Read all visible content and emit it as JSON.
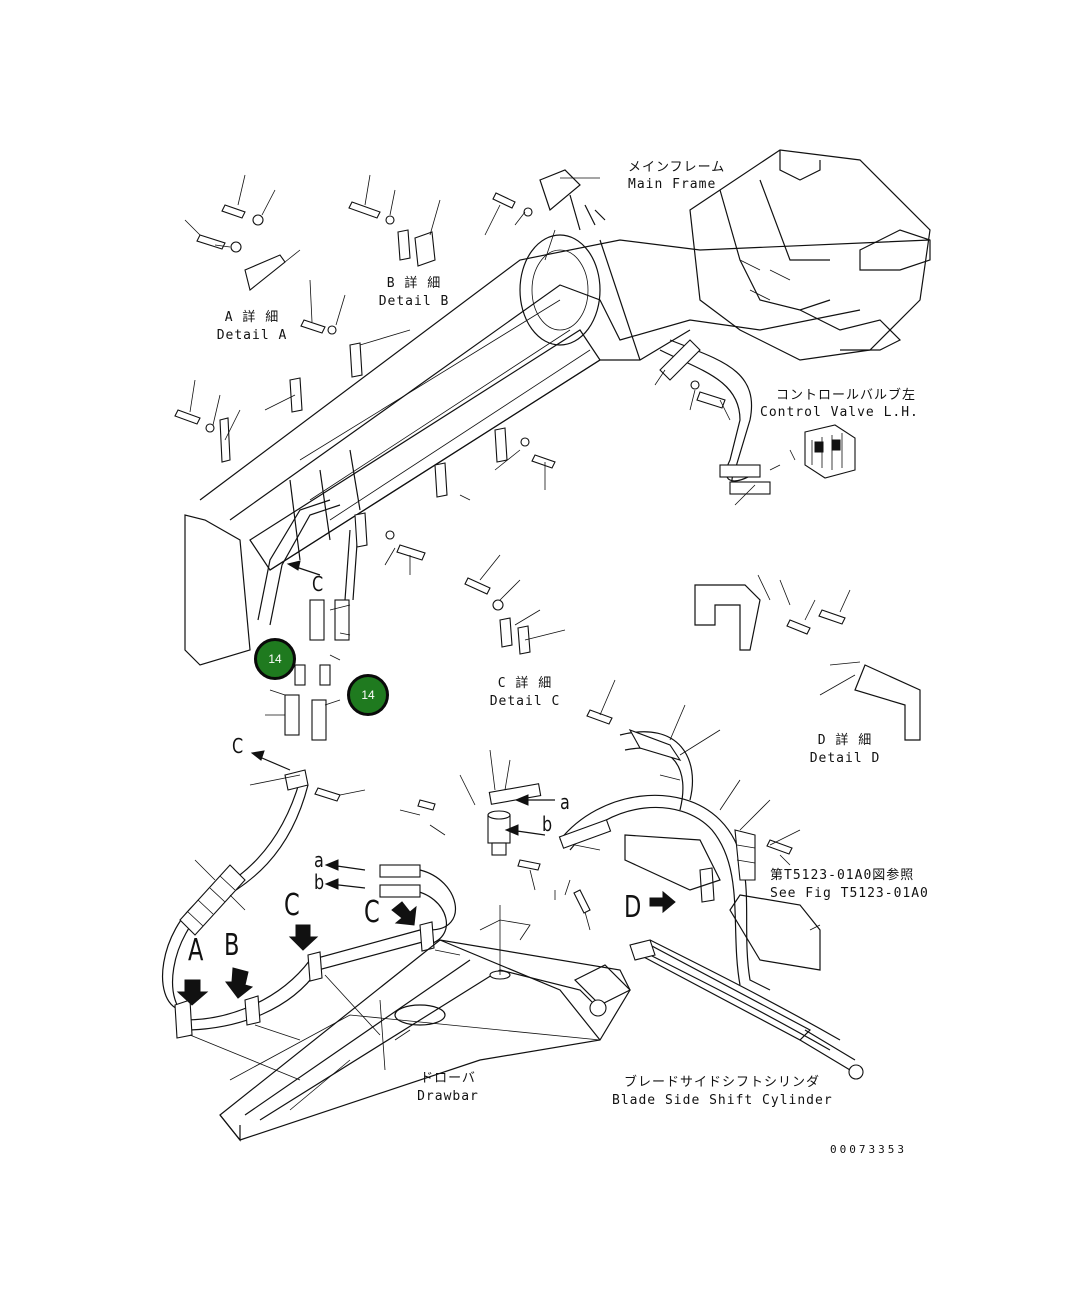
{
  "labels": {
    "main_frame_jp": "メインフレーム",
    "main_frame_en": "Main Frame",
    "detail_a_jp": "A 詳 細",
    "detail_a_en": "Detail A",
    "detail_b_jp": "B 詳 細",
    "detail_b_en": "Detail B",
    "detail_c_jp": "C 詳 細",
    "detail_c_en": "Detail C",
    "detail_d_jp": "D 詳 細",
    "detail_d_en": "Detail D",
    "control_valve_jp": "コントロールバルブ左",
    "control_valve_en": "Control Valve L.H.",
    "see_fig_jp": "第T5123-01A0図参照",
    "see_fig_en": "See Fig T5123-01A0",
    "drawbar_jp": "ドローバ",
    "drawbar_en": "Drawbar",
    "cylinder_jp": "ブレードサイドシフトシリンダ",
    "cylinder_en": "Blade Side Shift Cylinder",
    "figure_number": "00073353"
  },
  "view_letters": {
    "c_upper": "C",
    "c_left": "C",
    "a_big": "A",
    "b_big": "B",
    "c_big1": "C",
    "c_big2": "C",
    "d_big": "D",
    "a_small": "a",
    "b_small": "b",
    "a_small2": "a",
    "b_small2": "b"
  },
  "callouts": [
    {
      "number": "14"
    },
    {
      "number": "14"
    }
  ],
  "colors": {
    "callout_fill": "#1f7a1f",
    "callout_border": "#0a0a0a",
    "line": "#111111"
  }
}
